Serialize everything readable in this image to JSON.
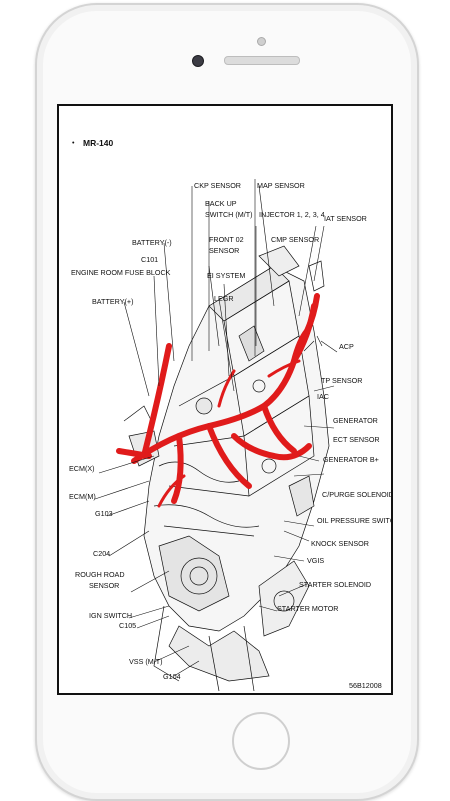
{
  "diagram": {
    "title": "MR-140",
    "figure_code": "56B12008",
    "labels": {
      "ckp_sensor": "CKP SENSOR",
      "map_sensor": "MAP SENSOR",
      "back_up_switch": "BACK UP",
      "back_up_switch_2": "SWITCH (M/T)",
      "injector": "INJECTOR 1, 2, 3, 4",
      "iat_sensor": "IAT SENSOR",
      "front_02": "FRONT 02",
      "front_02_2": "SENSOR",
      "cmp_sensor": "CMP SENSOR",
      "battery_neg": "BATTERY(-)",
      "c101": "C101",
      "ei_system": "EI SYSTEM",
      "engine_room_fuse_block": "ENGINE ROOM FUSE BLOCK",
      "legr": "LEGR",
      "battery_pos": "BATTERY(+)",
      "acp": "ACP",
      "tp_sensor": "TP SENSOR",
      "iac": "IAC",
      "generator": "GENERATOR",
      "ect_sensor": "ECT SENSOR",
      "generator_b": "GENERATOR B+",
      "ecm_x": "ECM(X)",
      "c_purge_solenoid": "C/PURGE SOLENOID",
      "ecm_m": "ECM(M)",
      "oil_pressure_switch": "OIL PRESSURE SWITCH",
      "g103": "G103",
      "knock_sensor": "KNOCK SENSOR",
      "c204": "C204",
      "vgis": "VGIS",
      "rough_road": "ROUGH ROAD",
      "rough_road_2": "SENSOR",
      "starter_solenoid": "STARTER SOLENOID",
      "ign_switch": "IGN SWITCH",
      "starter_motor": "STARTER MOTOR",
      "c105": "C105",
      "vss_mt": "VSS (M/T)",
      "g104": "G104"
    }
  }
}
